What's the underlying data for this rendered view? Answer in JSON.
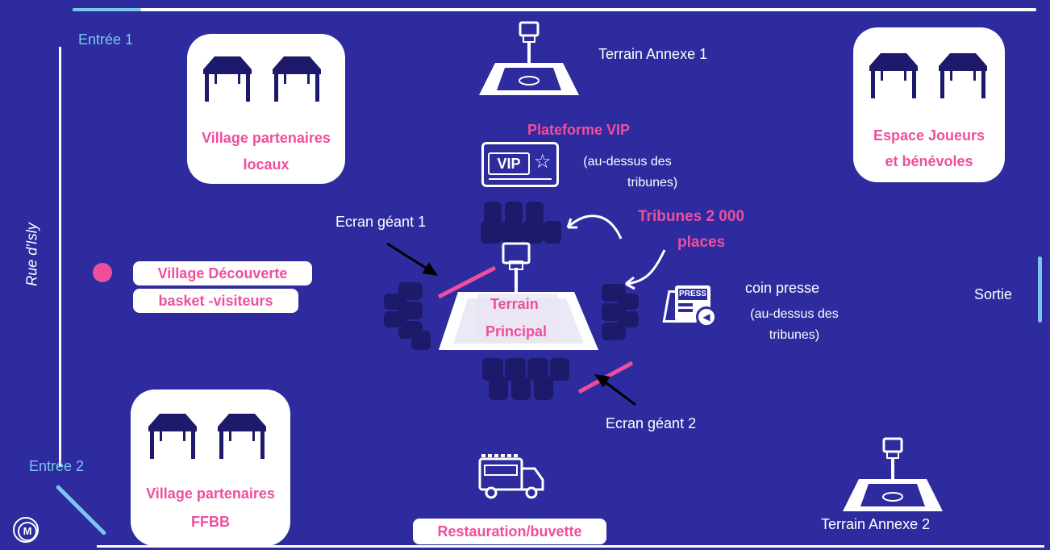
{
  "map": {
    "street": "Rue d'Isly",
    "entrance_1": "Entrée 1",
    "entrance_2": "Entrée 2",
    "exit": "Sortie",
    "terrain_annexe_1": "Terrain Annexe 1",
    "terrain_annexe_2": "Terrain Annexe 2",
    "vip_title": "Plateforme VIP",
    "vip_badge": "VIP",
    "vip_note_1": "(au-dessus des",
    "vip_note_2": "tribunes)",
    "tribunes_1": "Tribunes 2 000",
    "tribunes_2": "places",
    "ecran_1": "Ecran géant 1",
    "ecran_2": "Ecran géant 2",
    "terrain_principal_1": "Terrain",
    "terrain_principal_2": "Principal",
    "coin_presse": "coin presse",
    "press_badge": "PRESS",
    "presse_note_1": "(au-dessus des",
    "presse_note_2": "tribunes)",
    "village_partenaires_locaux_1": "Village partenaires",
    "village_partenaires_locaux_2": "locaux",
    "espace_joueurs_1": "Espace Joueurs",
    "espace_joueurs_2": "et bénévoles",
    "village_decouverte_1": "Village Découverte",
    "village_decouverte_2": "basket -visiteurs",
    "village_ffbb_1": "Village partenaires",
    "village_ffbb_2": "FFBB",
    "restauration": "Restauration/buvette",
    "metro_letter": "M"
  },
  "colors": {
    "background": "#2e2b9f",
    "pink": "#ee4f9c",
    "light_blue": "#7cc6ee",
    "navy_icon": "#1d1a6b"
  },
  "icons": [
    "tent-icon",
    "basketball-court-icon",
    "vip-ticket-icon",
    "seats-icon",
    "press-icon",
    "food-truck-icon",
    "metro-icon",
    "arrow-icon"
  ]
}
